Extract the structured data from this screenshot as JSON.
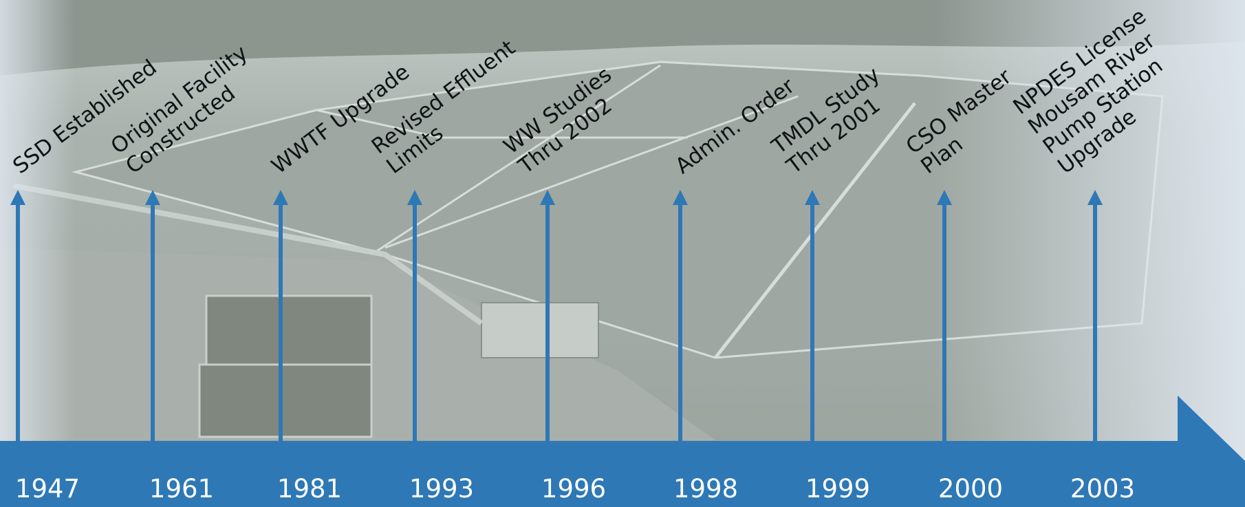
{
  "timeline": {
    "events": [
      {
        "year": "1947",
        "label": "SSD Established"
      },
      {
        "year": "1961",
        "label": "Original Facility\nConstructed"
      },
      {
        "year": "1981",
        "label": "WWTF Upgrade"
      },
      {
        "year": "1993",
        "label": "Revised Effluent\nLimits"
      },
      {
        "year": "1996",
        "label": "WW Studies\nThru 2002"
      },
      {
        "year": "1998",
        "label": "Admin. Order"
      },
      {
        "year": "1999",
        "label": "TMDL Study\nThru 2001"
      },
      {
        "year": "2000",
        "label": "CSO Master\nPlan"
      },
      {
        "year": "2003",
        "label": "NPDES License\nMousam River\nPump Station\nUpgrade"
      }
    ]
  },
  "colors": {
    "band": "#2e78b5",
    "arrow": "#2e78b5",
    "label_text": "#0f1215",
    "year_text": "#ffffff"
  }
}
